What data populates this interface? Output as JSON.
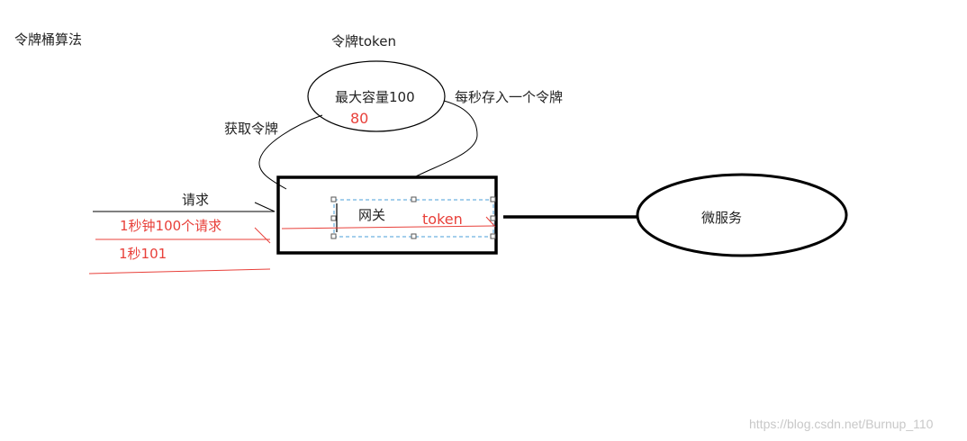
{
  "title": "令牌桶算法",
  "bucket": {
    "label": "令牌token",
    "capacity": "最大容量100",
    "current": "80"
  },
  "edges": {
    "fetch": "获取令牌",
    "refill": "每秒存入一个令牌"
  },
  "requests": {
    "label": "请求",
    "rate1": "1秒钟100个请求",
    "rate2": "1秒101"
  },
  "gateway": {
    "label": "网关",
    "token": "token"
  },
  "microservice": "微服务",
  "watermark": "https://blog.csdn.net/Burnup_110",
  "colors": {
    "line": "#000000",
    "accent": "#e8403a",
    "selection": "#4a9fd8"
  }
}
